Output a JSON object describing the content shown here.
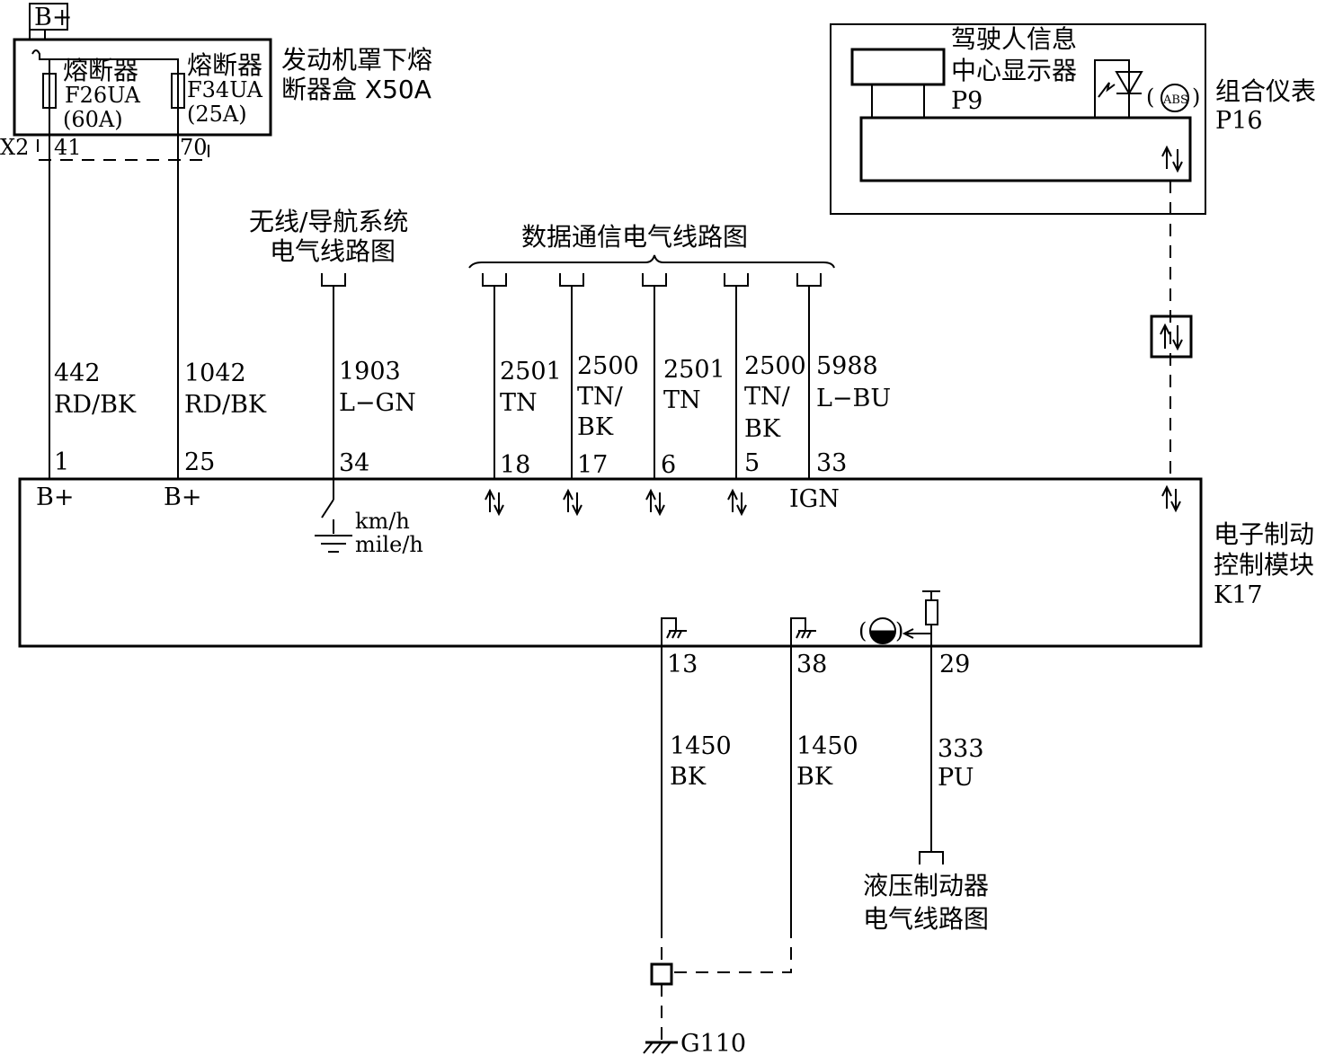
{
  "supply": {
    "label": "B+"
  },
  "fuse_box": {
    "title_lines": [
      "发动机罩下熔",
      "断器盒 X50A"
    ],
    "connector": "X2",
    "fuses": [
      {
        "label": "熔断器",
        "id": "F26UA",
        "rating": "(60A)",
        "pin": "41"
      },
      {
        "label": "熔断器",
        "id": "F34UA",
        "rating": "(25A)",
        "pin": "70"
      }
    ]
  },
  "cluster": {
    "title": "组合仪表",
    "id": "P16",
    "display_lines": [
      "驾驶人信息",
      "中心显示器"
    ],
    "display_id": "P9",
    "indicator": "ABS"
  },
  "refs": {
    "radio_nav": [
      "无线/导航系统",
      "电气线路图"
    ],
    "data_comm": "数据通信电气线路图",
    "hydraulic": [
      "液压制动器",
      "电气线路图"
    ]
  },
  "wires": [
    {
      "num": "442",
      "color": [
        "RD/BK"
      ],
      "pin": "1",
      "inside": "B+"
    },
    {
      "num": "1042",
      "color": [
        "RD/BK"
      ],
      "pin": "25",
      "inside": "B+"
    },
    {
      "num": "1903",
      "color": [
        "L−GN"
      ],
      "pin": "34",
      "inside": ""
    },
    {
      "num": "2501",
      "color": [
        "TN"
      ],
      "pin": "18",
      "inside": ""
    },
    {
      "num": "2500",
      "color": [
        "TN/",
        "BK"
      ],
      "pin": "17",
      "inside": ""
    },
    {
      "num": "2501",
      "color": [
        "TN"
      ],
      "pin": "6",
      "inside": ""
    },
    {
      "num": "2500",
      "color": [
        "TN/",
        "BK"
      ],
      "pin": "5",
      "inside": ""
    },
    {
      "num": "5988",
      "color": [
        "L−BU"
      ],
      "pin": "33",
      "inside": "IGN"
    }
  ],
  "speed_units": [
    "km/h",
    "mile/h"
  ],
  "module": {
    "title_lines": [
      "电子制动",
      "控制模块"
    ],
    "id": "K17"
  },
  "ground_wires": [
    {
      "num": "1450",
      "color": "BK",
      "pin": "13"
    },
    {
      "num": "1450",
      "color": "BK",
      "pin": "38"
    },
    {
      "num": "333",
      "color": "PU",
      "pin": "29"
    }
  ],
  "ground": {
    "label": "G110"
  }
}
